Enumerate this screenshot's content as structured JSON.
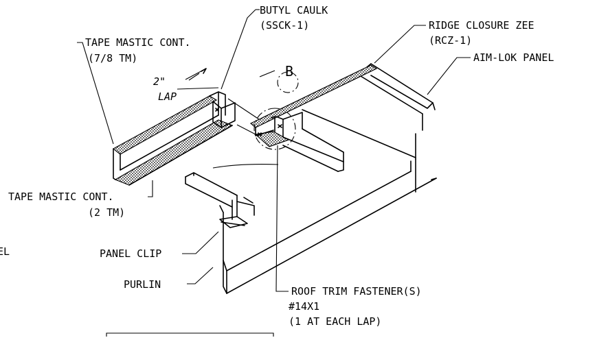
{
  "labels": {
    "butyl_caulk": "BUTYL CAULK",
    "butyl_caulk_code": "(SSCK-1)",
    "tape_mastic_top": "TAPE MASTIC CONT.",
    "tape_mastic_top_code": "(7/8 TM)",
    "ridge_closure": "RIDGE CLOSURE ZEE",
    "ridge_closure_code": "(RCZ-1)",
    "aim_lok_panel": "AIM-LOK PANEL",
    "detail_callout": "B",
    "lap_dimension": "2\"",
    "lap_text": "LAP",
    "tape_mastic_bottom": "TAPE MASTIC CONT.",
    "tape_mastic_bottom_code": "(2 TM)",
    "cut_off_left": "EL",
    "panel_clip": "PANEL CLIP",
    "purlin": "PURLIN",
    "roof_trim_fastener": "ROOF TRIM FASTENER(S)",
    "fastener_size": "#14X1",
    "fastener_note": "(1 AT EACH LAP)"
  }
}
